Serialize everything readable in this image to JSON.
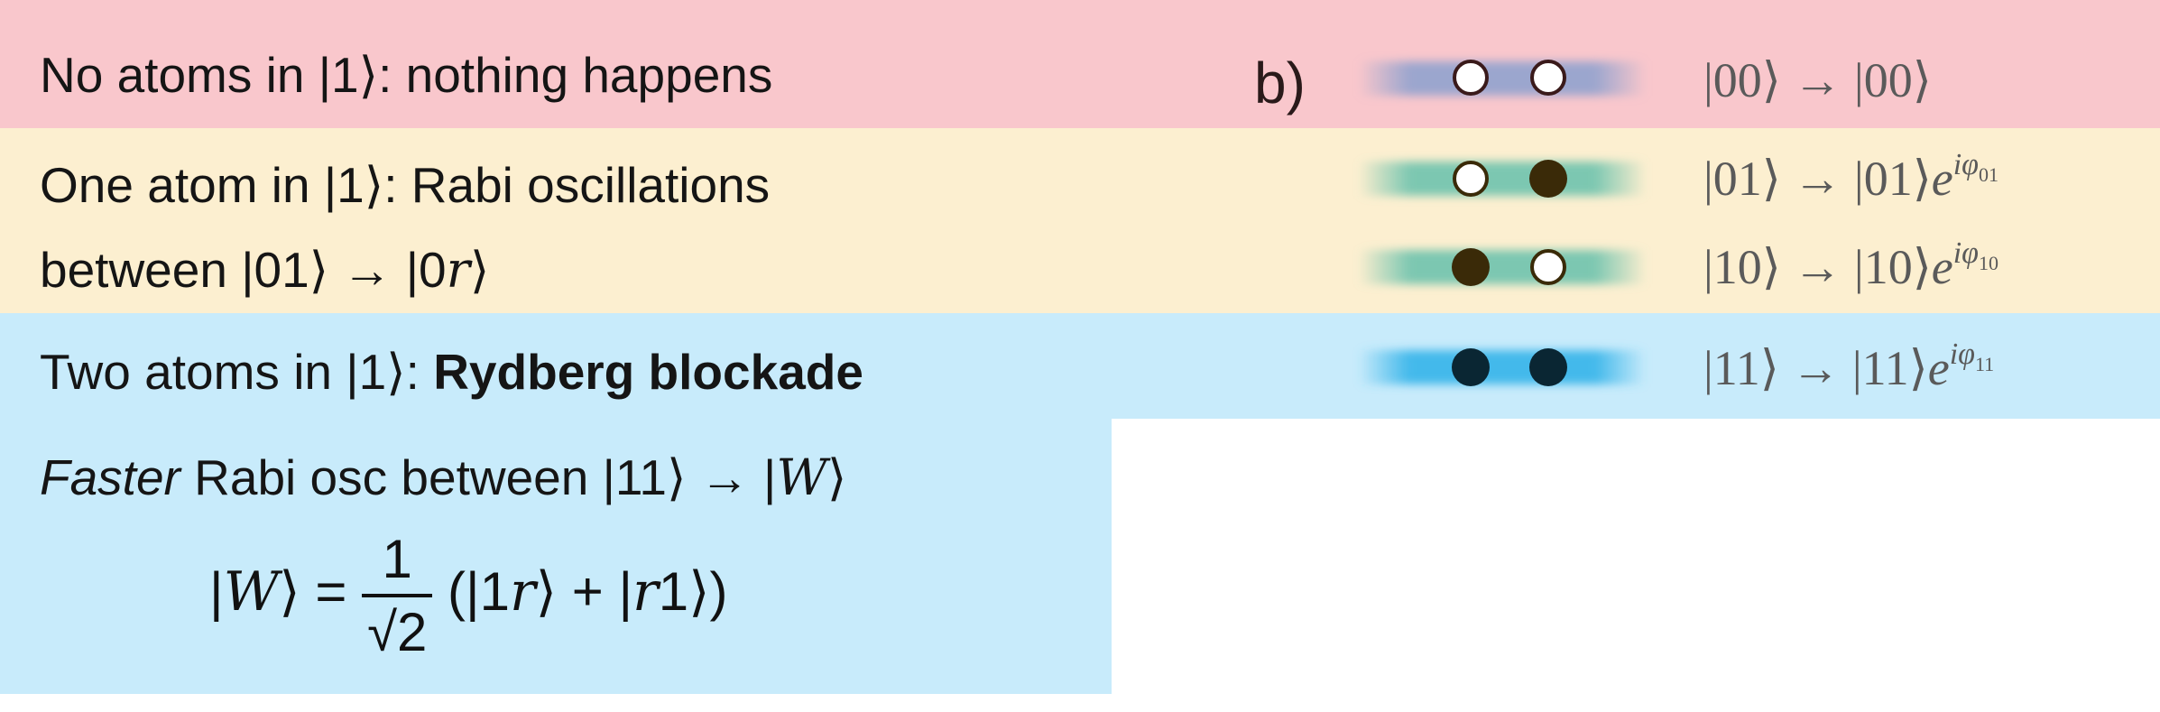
{
  "colors": {
    "band_none": "#f9c7cc",
    "band_one": "#fcefd0",
    "band_two": "#c8ebfb",
    "beam_none": "#8ba0cf",
    "beam_one": "#6fc3ae",
    "beam_two": "#3bb6ea",
    "atom_filled_one": "#3a2a08",
    "atom_filled_two": "#0a2633",
    "atom_outline": "#3a1a1a"
  },
  "left": {
    "row1": {
      "text": "No atoms in |1⟩: nothing happens"
    },
    "row2": {
      "line1": "One atom in |1⟩: Rabi oscillations",
      "line2_prefix": "between |01⟩ → |0",
      "line2_var": "r",
      "line2_suffix": "⟩"
    },
    "row3": {
      "prefix": "Two atoms in |1⟩: ",
      "bold": "Rydberg blockade"
    },
    "row4": {
      "italic": "Faster",
      "text": " Rabi osc between |11⟩ → |",
      "var": "W",
      "end": "⟩"
    },
    "equation": {
      "lhs_open": "|",
      "lhs_var": "W",
      "lhs_close": "⟩ =",
      "numerator": "1",
      "denominator": "√2",
      "rhs_a": "(|1",
      "rhs_b": "r",
      "rhs_c": "⟩ + |",
      "rhs_d": "r",
      "rhs_e": "1⟩)"
    }
  },
  "panel_label": "b)",
  "right": {
    "rows": [
      {
        "lhs": "|00⟩ → |00⟩",
        "phase": "",
        "sub": ""
      },
      {
        "lhs": "|01⟩ → |01⟩",
        "phase": "e",
        "sup": "iφ",
        "sub": "01"
      },
      {
        "lhs": "|10⟩ → |10⟩",
        "phase": "e",
        "sup": "iφ",
        "sub": "10"
      },
      {
        "lhs": "|11⟩ → |11⟩",
        "phase": "e",
        "sup": "iφ",
        "sub": "11"
      }
    ]
  }
}
